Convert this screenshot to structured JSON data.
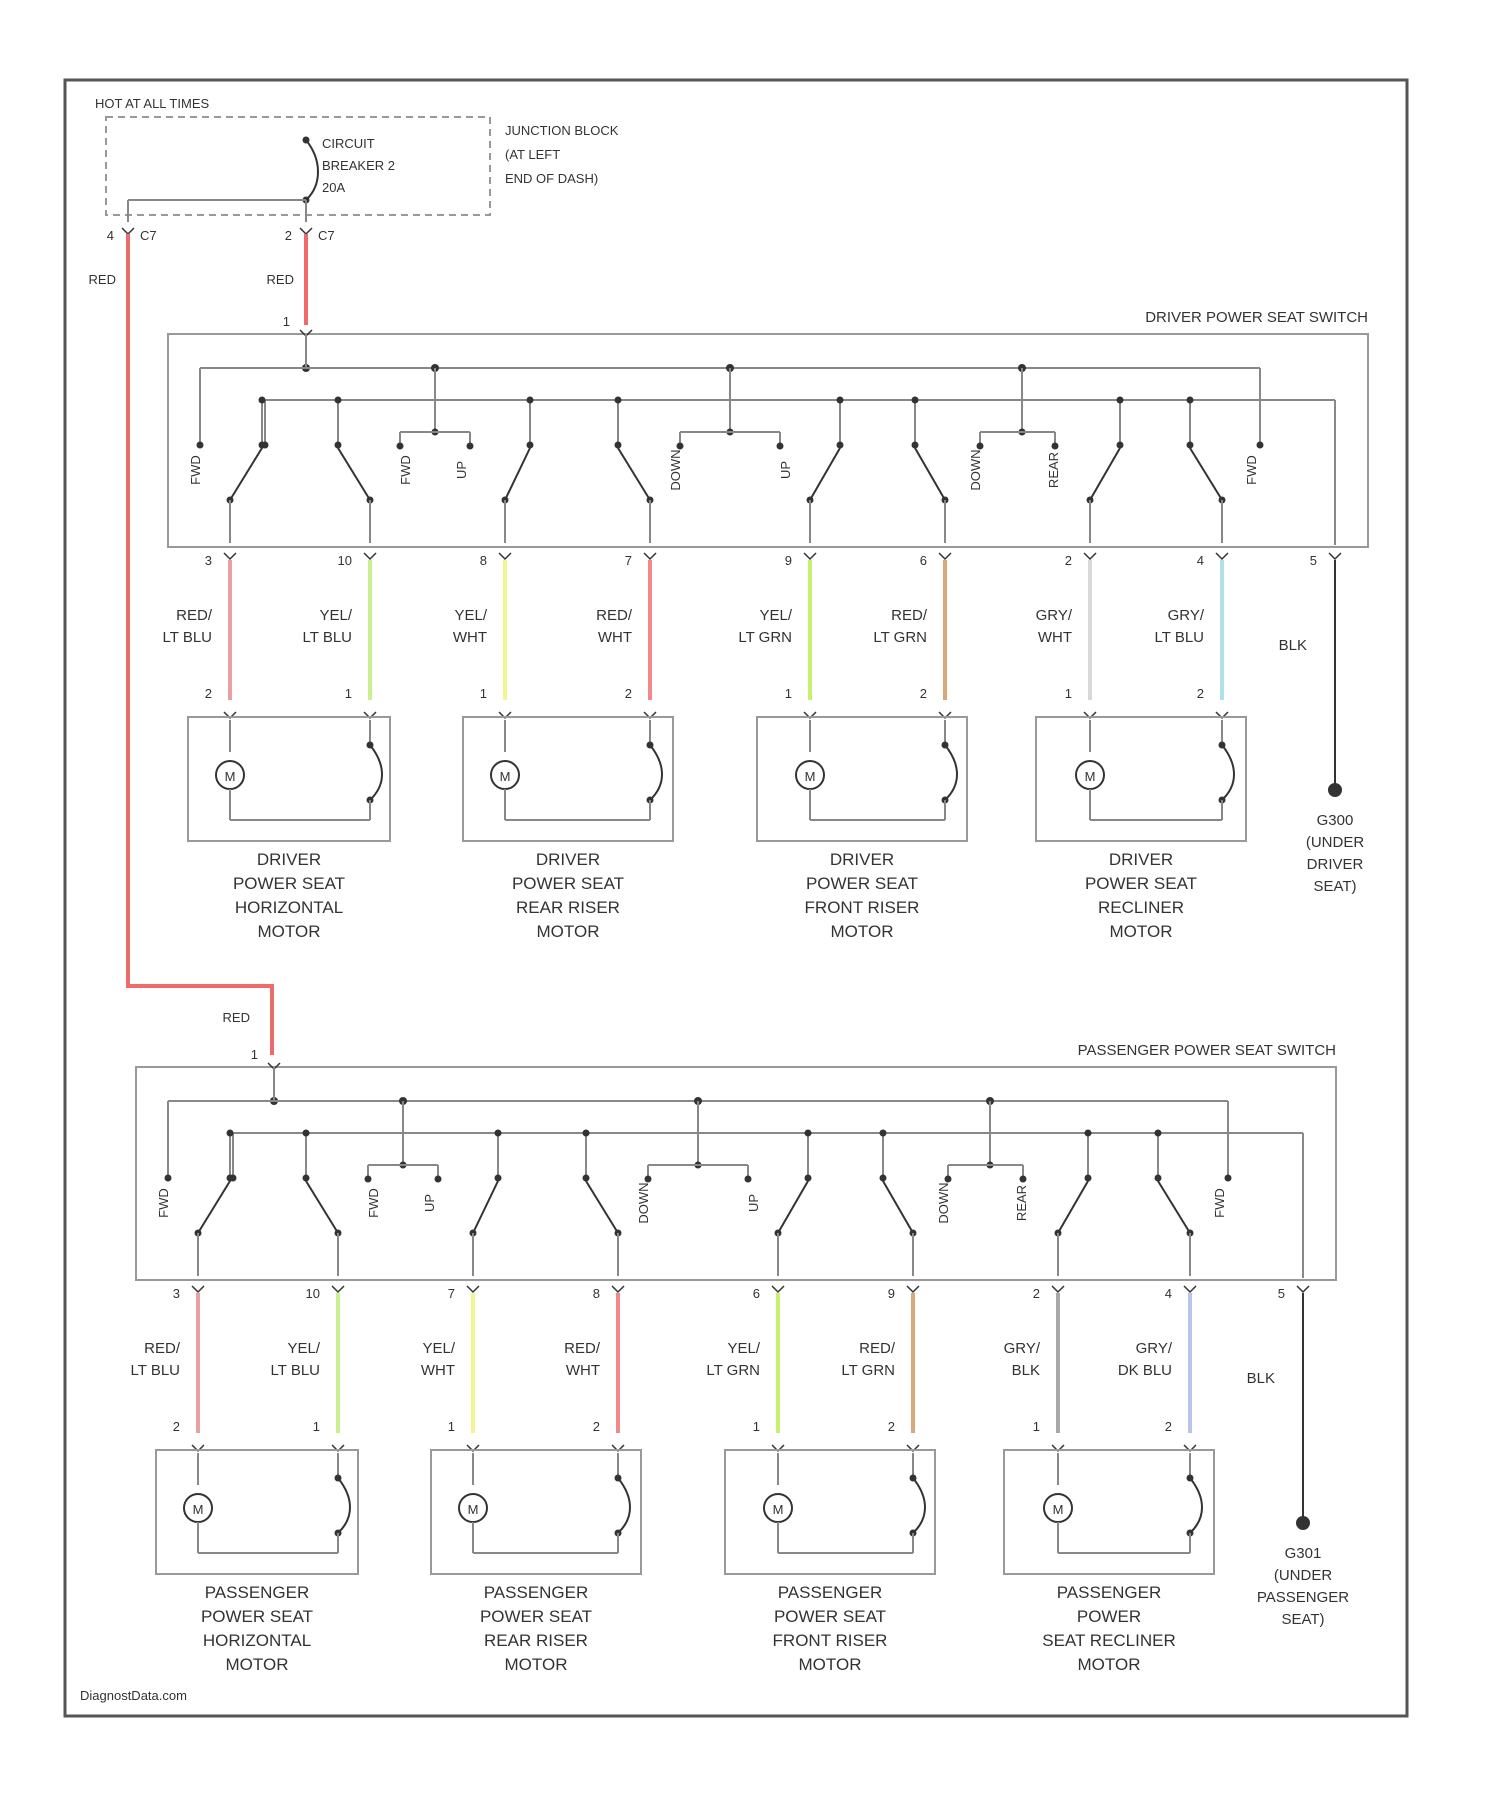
{
  "hot_label": "HOT AT ALL TIMES",
  "breaker": {
    "lines": [
      "CIRCUIT",
      "BREAKER 2",
      "20A"
    ]
  },
  "junction": {
    "lines": [
      "JUNCTION BLOCK",
      "(AT LEFT",
      "END OF DASH)"
    ]
  },
  "feed": {
    "left": {
      "pin": "4",
      "conn": "C7",
      "wire": "RED"
    },
    "right": {
      "pin": "2",
      "conn": "C7",
      "wire": "RED"
    }
  },
  "driver": {
    "title": "DRIVER POWER SEAT SWITCH",
    "input": {
      "pin": "1",
      "wire": "RED"
    },
    "switch_labels": [
      "FWD",
      "FWD",
      "UP",
      "DOWN",
      "UP",
      "DOWN",
      "REAR",
      "FWD"
    ],
    "wires": [
      {
        "sw_pin": "3",
        "lines": [
          "RED/",
          "LT BLU"
        ],
        "motor_pin": "2",
        "color": "#e8a0a0"
      },
      {
        "sw_pin": "10",
        "lines": [
          "YEL/",
          "LT BLU"
        ],
        "motor_pin": "1",
        "color": "#c8f090"
      },
      {
        "sw_pin": "8",
        "lines": [
          "YEL/",
          "WHT"
        ],
        "motor_pin": "1",
        "color": "#f4f490"
      },
      {
        "sw_pin": "7",
        "lines": [
          "RED/",
          "WHT"
        ],
        "motor_pin": "2",
        "color": "#f08a8a"
      },
      {
        "sw_pin": "9",
        "lines": [
          "YEL/",
          "LT GRN"
        ],
        "motor_pin": "1",
        "color": "#c8f070"
      },
      {
        "sw_pin": "6",
        "lines": [
          "RED/",
          "LT GRN"
        ],
        "motor_pin": "2",
        "color": "#d8a878"
      },
      {
        "sw_pin": "2",
        "lines": [
          "GRY/",
          "WHT"
        ],
        "motor_pin": "1",
        "color": "#d8d8d8"
      },
      {
        "sw_pin": "4",
        "lines": [
          "GRY/",
          "LT BLU"
        ],
        "motor_pin": "2",
        "color": "#b0e0ec"
      }
    ],
    "ground_wire": {
      "sw_pin": "5",
      "label": "BLK"
    },
    "ground": [
      "G300",
      "(UNDER",
      "DRIVER",
      "SEAT)"
    ],
    "motors": [
      {
        "lines": [
          "DRIVER",
          "POWER SEAT",
          "HORIZONTAL",
          "MOTOR"
        ]
      },
      {
        "lines": [
          "DRIVER",
          "POWER SEAT",
          "REAR RISER",
          "MOTOR"
        ]
      },
      {
        "lines": [
          "DRIVER",
          "POWER SEAT",
          "FRONT RISER",
          "MOTOR"
        ]
      },
      {
        "lines": [
          "DRIVER",
          "POWER SEAT",
          "RECLINER",
          "MOTOR"
        ]
      }
    ]
  },
  "passenger": {
    "title": "PASSENGER POWER SEAT SWITCH",
    "input": {
      "pin": "1",
      "wire": "RED"
    },
    "switch_labels": [
      "FWD",
      "FWD",
      "UP",
      "DOWN",
      "UP",
      "DOWN",
      "REAR",
      "FWD"
    ],
    "wires": [
      {
        "sw_pin": "3",
        "lines": [
          "RED/",
          "LT BLU"
        ],
        "motor_pin": "2",
        "color": "#e8a0a0"
      },
      {
        "sw_pin": "10",
        "lines": [
          "YEL/",
          "LT BLU"
        ],
        "motor_pin": "1",
        "color": "#c8f090"
      },
      {
        "sw_pin": "7",
        "lines": [
          "YEL/",
          "WHT"
        ],
        "motor_pin": "1",
        "color": "#f4f490"
      },
      {
        "sw_pin": "8",
        "lines": [
          "RED/",
          "WHT"
        ],
        "motor_pin": "2",
        "color": "#f08a8a"
      },
      {
        "sw_pin": "6",
        "lines": [
          "YEL/",
          "LT GRN"
        ],
        "motor_pin": "1",
        "color": "#c8f070"
      },
      {
        "sw_pin": "9",
        "lines": [
          "RED/",
          "LT GRN"
        ],
        "motor_pin": "2",
        "color": "#d8a878"
      },
      {
        "sw_pin": "2",
        "lines": [
          "GRY/",
          "BLK"
        ],
        "motor_pin": "1",
        "color": "#a8a8a8"
      },
      {
        "sw_pin": "4",
        "lines": [
          "GRY/",
          "DK BLU"
        ],
        "motor_pin": "2",
        "color": "#b8c4e8"
      }
    ],
    "ground_wire": {
      "sw_pin": "5",
      "label": "BLK"
    },
    "ground": [
      "G301",
      "(UNDER",
      "PASSENGER",
      "SEAT)"
    ],
    "motors": [
      {
        "lines": [
          "PASSENGER",
          "POWER SEAT",
          "HORIZONTAL",
          "MOTOR"
        ]
      },
      {
        "lines": [
          "PASSENGER",
          "POWER SEAT",
          "REAR RISER",
          "MOTOR"
        ]
      },
      {
        "lines": [
          "PASSENGER",
          "POWER SEAT",
          "FRONT RISER",
          "MOTOR"
        ]
      },
      {
        "lines": [
          "PASSENGER",
          "POWER",
          "SEAT RECLINER",
          "MOTOR"
        ]
      }
    ]
  },
  "watermark": "DiagnostData.com",
  "colors": {
    "red_wire": "#f06a6a",
    "line": "#888888",
    "dark": "#333333"
  }
}
